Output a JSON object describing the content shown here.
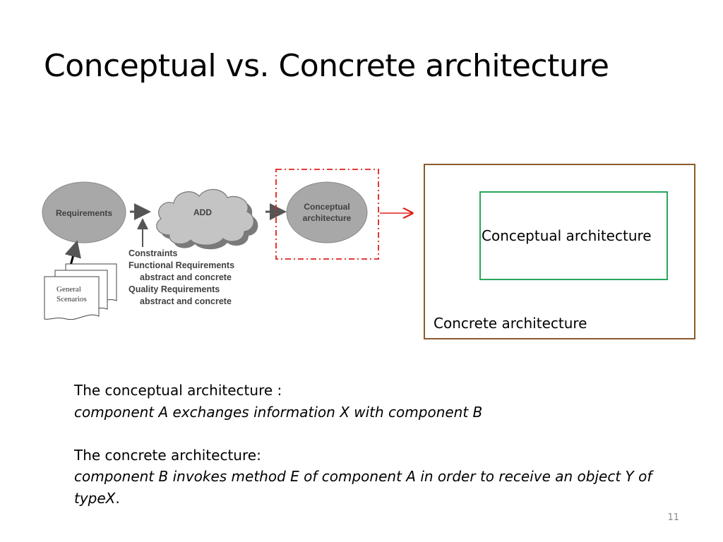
{
  "slide": {
    "title": "Conceptual vs. Concrete architecture",
    "page_number": "11"
  },
  "diagram": {
    "requirements": "Requirements",
    "add": "ADD",
    "conceptual_line1": "Conceptual",
    "conceptual_line2": "architecture",
    "inputs": {
      "constraints": "Constraints",
      "functional": "Functional Requirements",
      "functional_sub": "abstract and concrete",
      "quality": "Quality Requirements",
      "quality_sub": "abstract and concrete"
    },
    "scenarios_line1": "General",
    "scenarios_line2": "Scenarios"
  },
  "boxes": {
    "conceptual_label": "Conceptual architecture",
    "concrete_label": "Concrete architecture"
  },
  "body": {
    "conceptual_heading": "The conceptual architecture :",
    "conceptual_text": "component A exchanges information X with component B",
    "concrete_heading": "The concrete architecture:",
    "concrete_text_line1": "component B invokes method E of component A in order to receive an object Y of",
    "concrete_text_line2": "typeX",
    "concrete_text_end": "."
  },
  "colors": {
    "concrete_border": "#8b5a2b",
    "conceptual_border": "#2aa55a",
    "highlight_dash": "#e0201a",
    "shape_fill": "#a8a8a8"
  }
}
